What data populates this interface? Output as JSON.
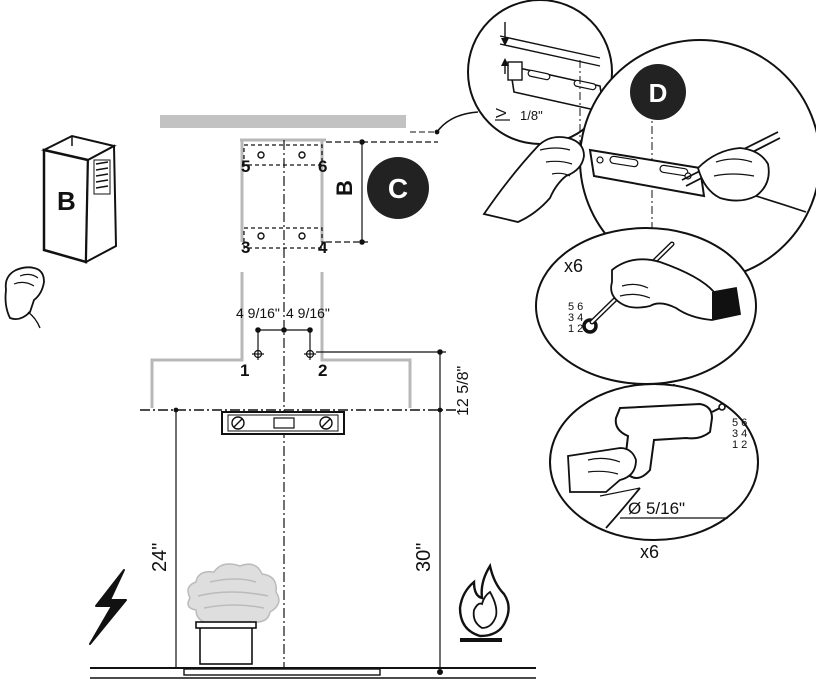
{
  "labels": {
    "part_b": "B",
    "step_c": "C",
    "step_d": "D",
    "dim_b": "B",
    "point_1": "1",
    "point_2": "2",
    "point_3": "3",
    "point_4": "4",
    "point_5": "5",
    "point_6": "6",
    "dim_left_offset": "4 9/16\"",
    "dim_right_offset": "4 9/16\"",
    "dim_12_5_8": "12 5/8\"",
    "dim_24": "24\"",
    "dim_30": "30\"",
    "dim_1_8": "1/8\"",
    "gap_symbol": "V",
    "x6_mark": "x6",
    "x6_drill": "x6",
    "drill_diameter": "Ø 5/16\"",
    "grid_mark": [
      "5 6",
      "3 4",
      "1 2"
    ],
    "grid_drill": [
      "5 6",
      "3 4",
      "1 2"
    ]
  },
  "colors": {
    "ink": "#111111",
    "gray_line": "#b8b8b8",
    "ceiling": "#c2c2c2",
    "badge": "#222222"
  }
}
